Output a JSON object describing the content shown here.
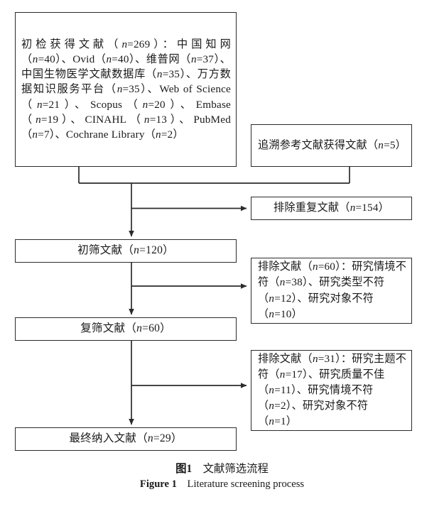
{
  "figure": {
    "caption_cn_label": "图1",
    "caption_cn_text": "文献筛选流程",
    "caption_en_label": "Figure 1",
    "caption_en_text": "Literature screening process",
    "line_color": "#2b2b2b",
    "text_color": "#1a1a1a",
    "background": "#ffffff"
  },
  "chart_data": {
    "type": "diagram",
    "title": "文献筛选流程",
    "title_en": "Literature screening process",
    "diagram_kind": "PRISMA literature screening flowchart",
    "nodes": [
      {
        "id": "initial",
        "label": "初检获得文献（n=269）：中国知网（n=40）、Ovid（n=40）、维普网（n=37）、中国生物医学文献数据库（n=35）、万方数据知识服务平台（n=35）、Web of Science（n=21）、Scopus（n=20）、Embase（n=19）、CINAHL（n=13）、PubMed（n=7）、Cochrane Library（n=2）",
        "total": 269,
        "sources": [
          {
            "name": "中国知网",
            "n": 40
          },
          {
            "name": "Ovid",
            "n": 40
          },
          {
            "name": "维普网",
            "n": 37
          },
          {
            "name": "中国生物医学文献数据库",
            "n": 35
          },
          {
            "name": "万方数据知识服务平台",
            "n": 35
          },
          {
            "name": "Web of Science",
            "n": 21
          },
          {
            "name": "Scopus",
            "n": 20
          },
          {
            "name": "Embase",
            "n": 19
          },
          {
            "name": "CINAHL",
            "n": 13
          },
          {
            "name": "PubMed",
            "n": 7
          },
          {
            "name": "Cochrane Library",
            "n": 2
          }
        ]
      },
      {
        "id": "reference",
        "label": "追溯参考文献获得文献（n=5）",
        "n": 5
      },
      {
        "id": "duplicates",
        "label": "排除重复文献（n=154）",
        "n": 154
      },
      {
        "id": "screen1",
        "label": "初筛文献（n=120）",
        "n": 120
      },
      {
        "id": "exclude1",
        "label": "排除文献（n=60）：研究情境不符（n=38）、研究类型不符（n=12）、研究对象不符（n=10）",
        "n": 60,
        "reasons": [
          {
            "name": "研究情境不符",
            "n": 38
          },
          {
            "name": "研究类型不符",
            "n": 12
          },
          {
            "name": "研究对象不符",
            "n": 10
          }
        ]
      },
      {
        "id": "screen2",
        "label": "复筛文献（n=60）",
        "n": 60
      },
      {
        "id": "exclude2",
        "label": "排除文献（n=31）：研究主题不符（n=17）、研究质量不佳（n=11）、研究情境不符（n=2）、研究对象不符（n=1）",
        "n": 31,
        "reasons": [
          {
            "name": "研究主题不符",
            "n": 17
          },
          {
            "name": "研究质量不佳",
            "n": 11
          },
          {
            "name": "研究情境不符",
            "n": 2
          },
          {
            "name": "研究对象不符",
            "n": 1
          }
        ]
      },
      {
        "id": "final",
        "label": "最终纳入文献（n=29）",
        "n": 29
      }
    ],
    "edges": [
      {
        "from": "initial",
        "to": "screen1",
        "kind": "merge-down"
      },
      {
        "from": "reference",
        "to": "screen1",
        "kind": "merge-down"
      },
      {
        "from": "merge",
        "to": "duplicates",
        "kind": "branch-right"
      },
      {
        "from": "screen1",
        "to": "screen2",
        "kind": "down"
      },
      {
        "from": "screen1",
        "to": "exclude1",
        "kind": "branch-right"
      },
      {
        "from": "screen2",
        "to": "final",
        "kind": "down"
      },
      {
        "from": "screen2",
        "to": "exclude2",
        "kind": "branch-right"
      }
    ]
  },
  "nodes": {
    "initial": {
      "text": "初检获得文献（n=269）：中国知网（n=40）、Ovid（n=40）、维普网（n=37）、中国生物医学文献数据库（n=35）、万方数据知识服务平台（n=35）、Web of Science（n=21）、Scopus（n=20）、Embase（n=19）、CINAHL（n=13）、PubMed（n=7）、Cochrane Library（n=2）"
    },
    "reference": {
      "text": "追溯参考文献获得文献（n=5）"
    },
    "duplicates": {
      "text": "排除重复文献（n=154）"
    },
    "screen1": {
      "text": "初筛文献（n=120）"
    },
    "exclude1": {
      "text": "排除文献（n=60）：研究情境不符（n=38）、研究类型不符（n=12）、研究对象不符（n=10）"
    },
    "screen2": {
      "text": "复筛文献（n=60）"
    },
    "exclude2": {
      "text": "排除文献（n=31）：研究主题不符（n=17）、研究质量不佳（n=11）、研究情境不符（n=2）、研究对象不符（n=1）"
    },
    "final": {
      "text": "最终纳入文献（n=29）"
    }
  }
}
